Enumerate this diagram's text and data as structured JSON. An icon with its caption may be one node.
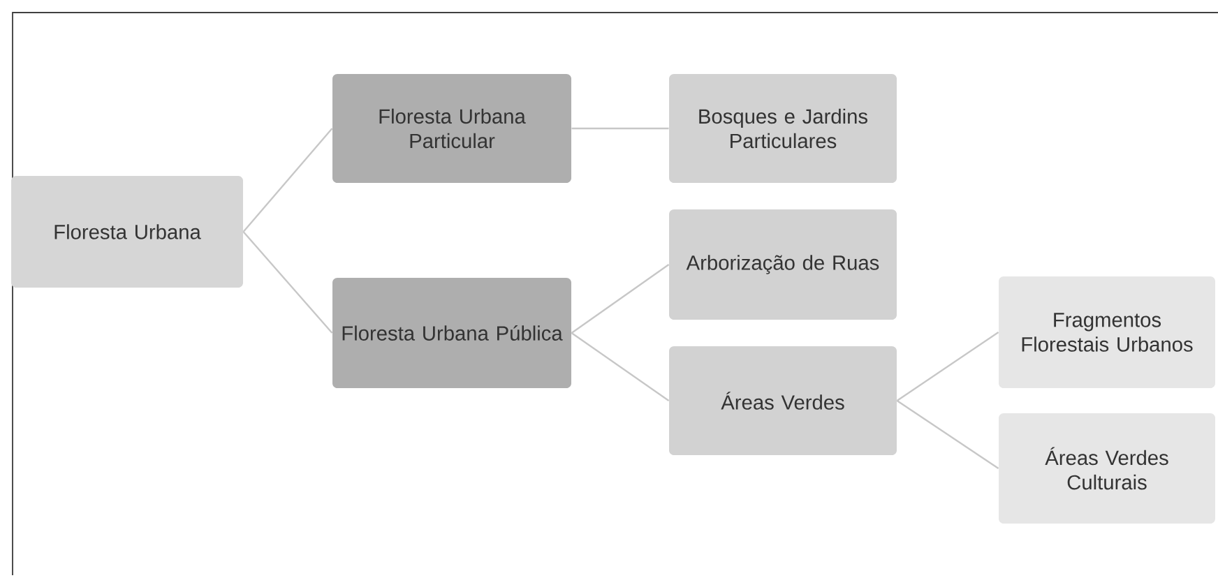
{
  "diagram": {
    "nodes": [
      {
        "text": [
          "Floresta Urbana"
        ]
      },
      {
        "text": [
          "Floresta Urbana Particular"
        ]
      },
      {
        "text": [
          "Floresta Urbana Pública"
        ]
      },
      {
        "text": [
          "Bosques e Jardins Particulares"
        ]
      },
      {
        "text": [
          "Arborização de Ruas"
        ]
      },
      {
        "text": [
          "Áreas Verdes"
        ]
      },
      {
        "text": [
          "Fragmentos Florestais Urbanos"
        ]
      },
      {
        "text": [
          "Áreas Verdes Culturais"
        ]
      }
    ],
    "edges": [
      {
        "from": 0,
        "to": 1,
        "arrow": "none"
      },
      {
        "from": 0,
        "to": 2,
        "arrow": "none"
      },
      {
        "from": 1,
        "to": 3,
        "arrow": "none"
      },
      {
        "from": 2,
        "to": 4,
        "arrow": "none"
      },
      {
        "from": 2,
        "to": 5,
        "arrow": "none"
      },
      {
        "from": 5,
        "to": 6,
        "arrow": "none"
      },
      {
        "from": 5,
        "to": 7,
        "arrow": "none"
      }
    ]
  }
}
